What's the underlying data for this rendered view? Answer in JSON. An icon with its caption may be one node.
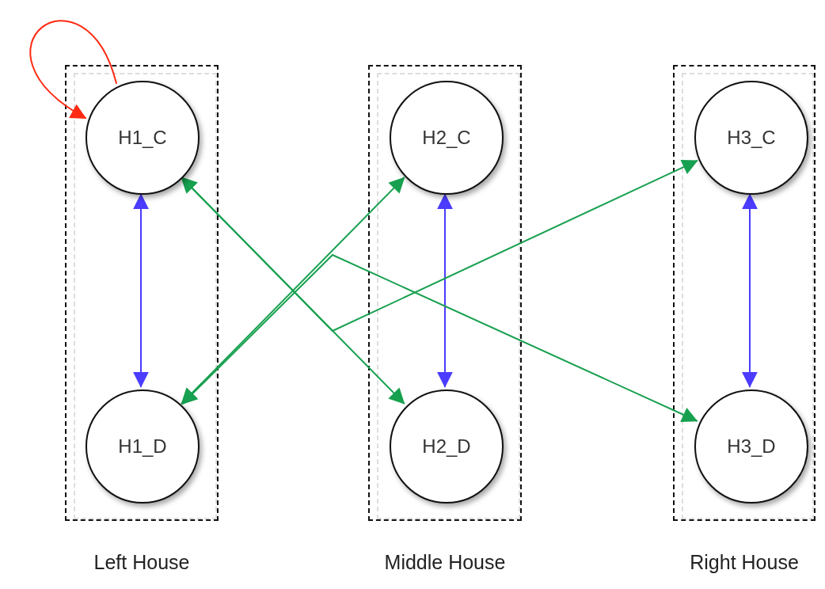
{
  "diagram": {
    "nodes": [
      {
        "text": [
          "Left House"
        ]
      },
      {
        "text": [
          "H1_C"
        ],
        "in": 0
      },
      {
        "text": [
          "H1_D"
        ],
        "in": 0
      },
      {
        "text": [
          "Middle House"
        ]
      },
      {
        "text": [
          "H2_C"
        ],
        "in": 3
      },
      {
        "text": [
          "H2_D"
        ],
        "in": 3
      },
      {
        "text": [
          "Right House"
        ]
      },
      {
        "text": [
          "H3_C"
        ],
        "in": 6
      },
      {
        "text": [
          "H3_D"
        ],
        "in": 6
      }
    ],
    "edges": [
      {
        "from": 1,
        "to": 1,
        "arrow": "to",
        "color": "#ff2a12"
      },
      {
        "from": 1,
        "to": 2,
        "arrow": "both",
        "color": "#4b3cff"
      },
      {
        "from": 4,
        "to": 5,
        "arrow": "both",
        "color": "#4b3cff"
      },
      {
        "from": 7,
        "to": 8,
        "arrow": "both",
        "color": "#4b3cff"
      },
      {
        "from": 1,
        "to": 5,
        "arrow": "both"
      },
      {
        "from": 1,
        "to": 7,
        "arrow": "both"
      },
      {
        "from": 2,
        "to": 4,
        "arrow": "both"
      },
      {
        "from": 2,
        "to": 8,
        "arrow": "both"
      }
    ]
  }
}
